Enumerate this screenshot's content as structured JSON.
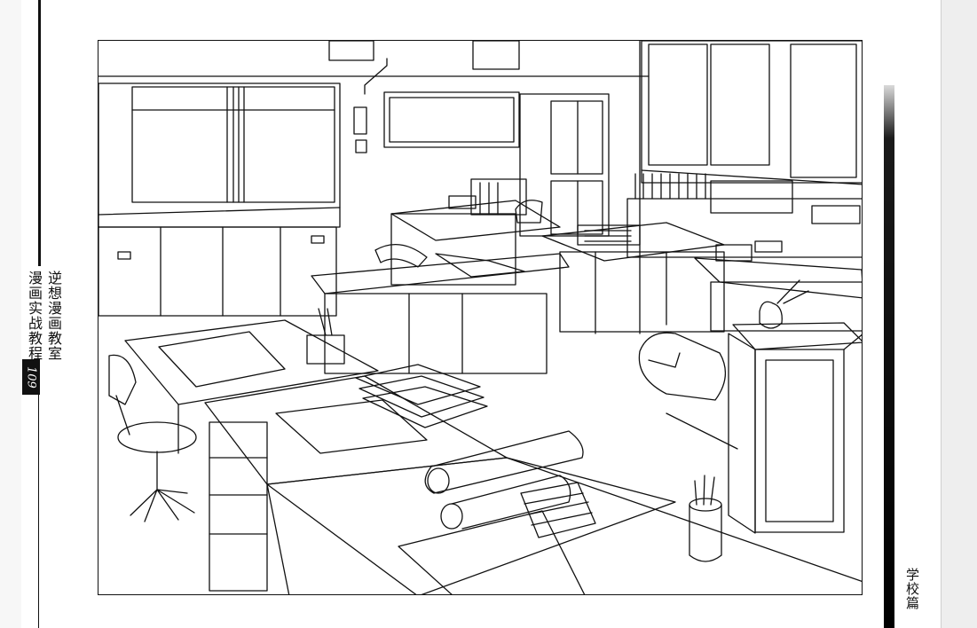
{
  "book": {
    "title_line1": "逆想漫画教室",
    "title_line2": "漫画实战教程",
    "page_number": "109"
  },
  "section_label": "学校篇",
  "illustration": {
    "subject": "school-staff-office-interior-line-drawing"
  }
}
